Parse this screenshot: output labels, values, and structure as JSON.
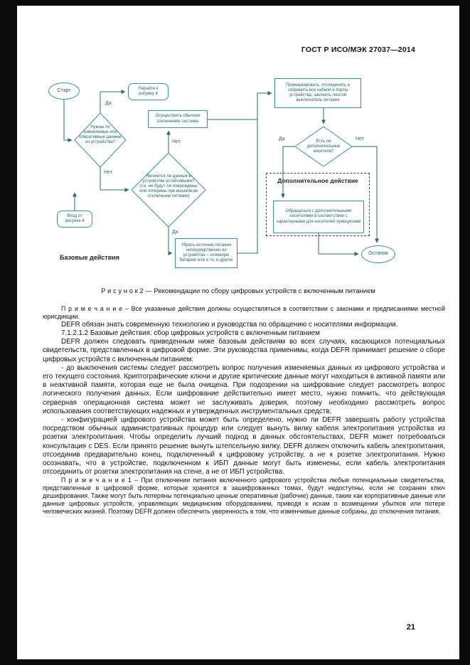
{
  "page": {
    "header": "ГОСТ Р ИСО/МЭК 27037—2014",
    "page_number": "21"
  },
  "figure": {
    "caption": "Р и с у н о к  2 — Рекомендации по сбору цифровых устройств с включенным питанием",
    "base_actions_label": "Базовые действия",
    "yes": "Да",
    "no": "Нет",
    "nodes": {
      "start": "Старт",
      "goto_fig4": "Перейти к рисунку 4",
      "need_volatile": "Нужны ли изменяемые или оперативные данные из устройства?",
      "normal_shutdown": "Осуществить обычное отключение системы",
      "data_stable": "Являются ли данные в устройстве устойчивыми? (т.е. не будут ли повреждены или потеряны при внезапном отключении питания)",
      "from_fig4": "Вход от рисунка 4",
      "remove_power": "Убрать источник питания непосредственно из устройства – основную батарею или и то, и другое",
      "label_cables": "Промаркировать, отсоединить и сохранить все кабели и порты устройства, заклеить лентой выключатель питания",
      "extra_media": "Есть ли дополнительные носители?",
      "extra_action_title": "Дополнительное действие",
      "handle_media": "Обращаться с дополнительными носителями в соответствии с характерными для носителей принципами",
      "stop": "Останов"
    }
  },
  "content": {
    "note0": "П р и м е ч а н и е  – Все указанные действия должны осуществляться в соответствии с законами и предписаниями местной юрисдикции.",
    "para_defr": "DEFR обязан знать современную технологию и руководства по обращению с носителями информации.",
    "para_heading": "7.1.2.1.2 Базовые действия: сбор цифровых устройств с включенным питанием",
    "para_intro": "DEFR должен следовать приведенным ниже базовым действиям во всех случаях, касающихся потенциальных свидетельств, представленных в цифровой форме. Эти руководства применимы, когда DEFR принимает решение о сборе цифровых устройств с включенным питанием:",
    "bullet1": "- до выключения системы следует рассмотреть вопрос получения изменяемых данных из цифрового устройства и его текущего состояния. Криптографические ключи и другие критические данные могут находиться в активной памяти или в неактивной памяти, которая еще не была очищена. При подозрении на шифрование следует рассмотреть вопрос логического получения данных. Если шифрование действительно имеет место, нужно помнить, что действующая серверная операционная система может не заслуживать доверия, поэтому необходимо рассмотреть вопрос использования соответствующих надежных и утвержденных инструментальных средств;",
    "bullet2": "- конфигурацией цифрового устройства может быть определено, нужно ли DEFR завершать работу устройства посредством обычных административных процедур или следует вынуть вилку кабеля электропитания устройства из розетки электропитания. Чтобы определить лучший подход в данных обстоятельствах, DEFR может потребоваться консультация с DES. Если принято решение вынуть штепсельную вилку, DEFR должен отключить кабель электропитания, отсоединив предварительно конец, подключенный к цифровому устройству, а не к розетке электропитания. Нужно осознавать, что в устройстве, подключенном к ИБП данные могут быть изменены, если кабель электропитания отсоединить от розетки электропитания на стене, а не от ИБП устройства.",
    "note1": "П р и м е ч а н и е  1 – При отключении питания включенного цифрового устройства любые потенциальные свидетельства, представленные в цифровой форме, которые хранятся в зашифрованных томах, будут недоступны, если не сохранен ключ дешифрования. Также могут быть потеряны потенциально ценные оперативные (рабочие) данные, такие как корпоративные данные или данные цифровых устройств, управляющих медицинским оборудованием, приводя к искам о возмещении убытков или потере человеческих жизней. Поэтому DEFR должен обеспечить уверенность в том, что изменчивые данные собраны, до отключения питания."
  }
}
